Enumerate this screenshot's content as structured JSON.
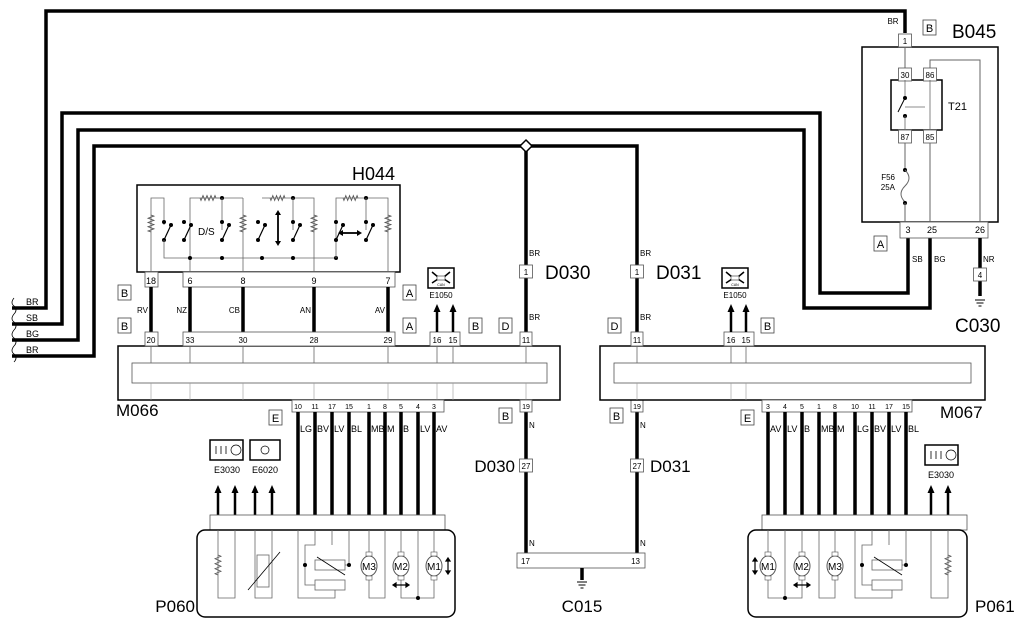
{
  "components": {
    "B045": "B045",
    "H044": "H044",
    "D030": "D030",
    "D031": "D031",
    "M066": "M066",
    "M067": "M067",
    "P060": "P060",
    "P061": "P061",
    "C030": "C030",
    "C015": "C015",
    "T21": "T21",
    "F56": "F56",
    "F56_rating": "25A",
    "DS": "D/S",
    "E1050": "E1050",
    "E3030": "E3030",
    "E6020": "E6020",
    "CAN": "CAN"
  },
  "left_wires": [
    "BR",
    "SB",
    "BG",
    "BR"
  ],
  "b045": {
    "pin_in": "1",
    "pin_in_wire": "BR",
    "relay_pins": [
      "30",
      "86",
      "87",
      "85"
    ],
    "out_pins": [
      "3",
      "25",
      "26"
    ],
    "out_wires": [
      "SB",
      "BG",
      "NR"
    ],
    "ground_pin": "4"
  },
  "h044": {
    "pins": [
      "18",
      "6",
      "8",
      "9",
      "7"
    ],
    "wires": [
      "RV",
      "NZ",
      "CB",
      "AN",
      "AV"
    ]
  },
  "m066": {
    "top_pins": [
      "20",
      "33",
      "30",
      "28",
      "29",
      "16",
      "15",
      "11"
    ],
    "bottom_pins": [
      "10",
      "11",
      "17",
      "15",
      "1",
      "8",
      "5",
      "4",
      "3"
    ],
    "bottom_wires": [
      "LG",
      "BV",
      "LV",
      "BL",
      "MB",
      "M",
      "B",
      "LV",
      "AV"
    ]
  },
  "m067": {
    "top_pins": [
      "11",
      "16",
      "15"
    ],
    "bottom_pins": [
      "3",
      "4",
      "5",
      "1",
      "8",
      "10",
      "11",
      "17",
      "15"
    ],
    "bottom_wires": [
      "AV",
      "LV",
      "B",
      "MB",
      "M",
      "LG",
      "BV",
      "LV",
      "BL"
    ]
  },
  "d030": {
    "pin_top": "1",
    "wire_top": "BR",
    "wire_m": "BR",
    "pin_m_top": "11",
    "pin_m_bottom": "19",
    "wire_bottom": "N",
    "pin_bottom": "27",
    "wire_c": "N"
  },
  "d031": {
    "pin_top": "1",
    "wire_top": "BR",
    "wire_m": "BR",
    "pin_m_top": "11",
    "pin_m_bottom": "19",
    "wire_bottom": "N",
    "pin_bottom": "27",
    "wire_c": "N"
  },
  "c015": {
    "pins": [
      "17",
      "13"
    ]
  },
  "connector_tags": [
    "B",
    "B",
    "A",
    "A",
    "B",
    "D",
    "D",
    "B",
    "E",
    "B",
    "B",
    "E",
    "B",
    "A"
  ],
  "motors": [
    "M1",
    "M2",
    "M3"
  ]
}
